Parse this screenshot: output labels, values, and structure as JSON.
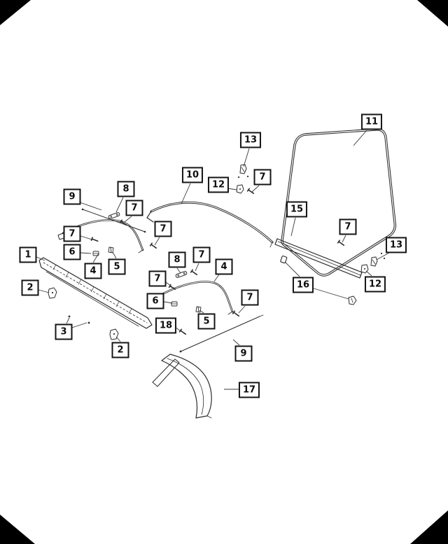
{
  "diagram": {
    "background": "#ffffff",
    "line_color": "#2b2b2b",
    "corner_color": "#000000",
    "callouts": [
      {
        "label": "11"
      },
      {
        "label": "13"
      },
      {
        "label": "10"
      },
      {
        "label": "12"
      },
      {
        "label": "7"
      },
      {
        "label": "9"
      },
      {
        "label": "8"
      },
      {
        "label": "7"
      },
      {
        "label": "15"
      },
      {
        "label": "7"
      },
      {
        "label": "7"
      },
      {
        "label": "7"
      },
      {
        "label": "13"
      },
      {
        "label": "6"
      },
      {
        "label": "1"
      },
      {
        "label": "4"
      },
      {
        "label": "5"
      },
      {
        "label": "8"
      },
      {
        "label": "7"
      },
      {
        "label": "4"
      },
      {
        "label": "7"
      },
      {
        "label": "2"
      },
      {
        "label": "16"
      },
      {
        "label": "12"
      },
      {
        "label": "6"
      },
      {
        "label": "7"
      },
      {
        "label": "3"
      },
      {
        "label": "18"
      },
      {
        "label": "5"
      },
      {
        "label": "2"
      },
      {
        "label": "9"
      },
      {
        "label": "17"
      }
    ]
  }
}
